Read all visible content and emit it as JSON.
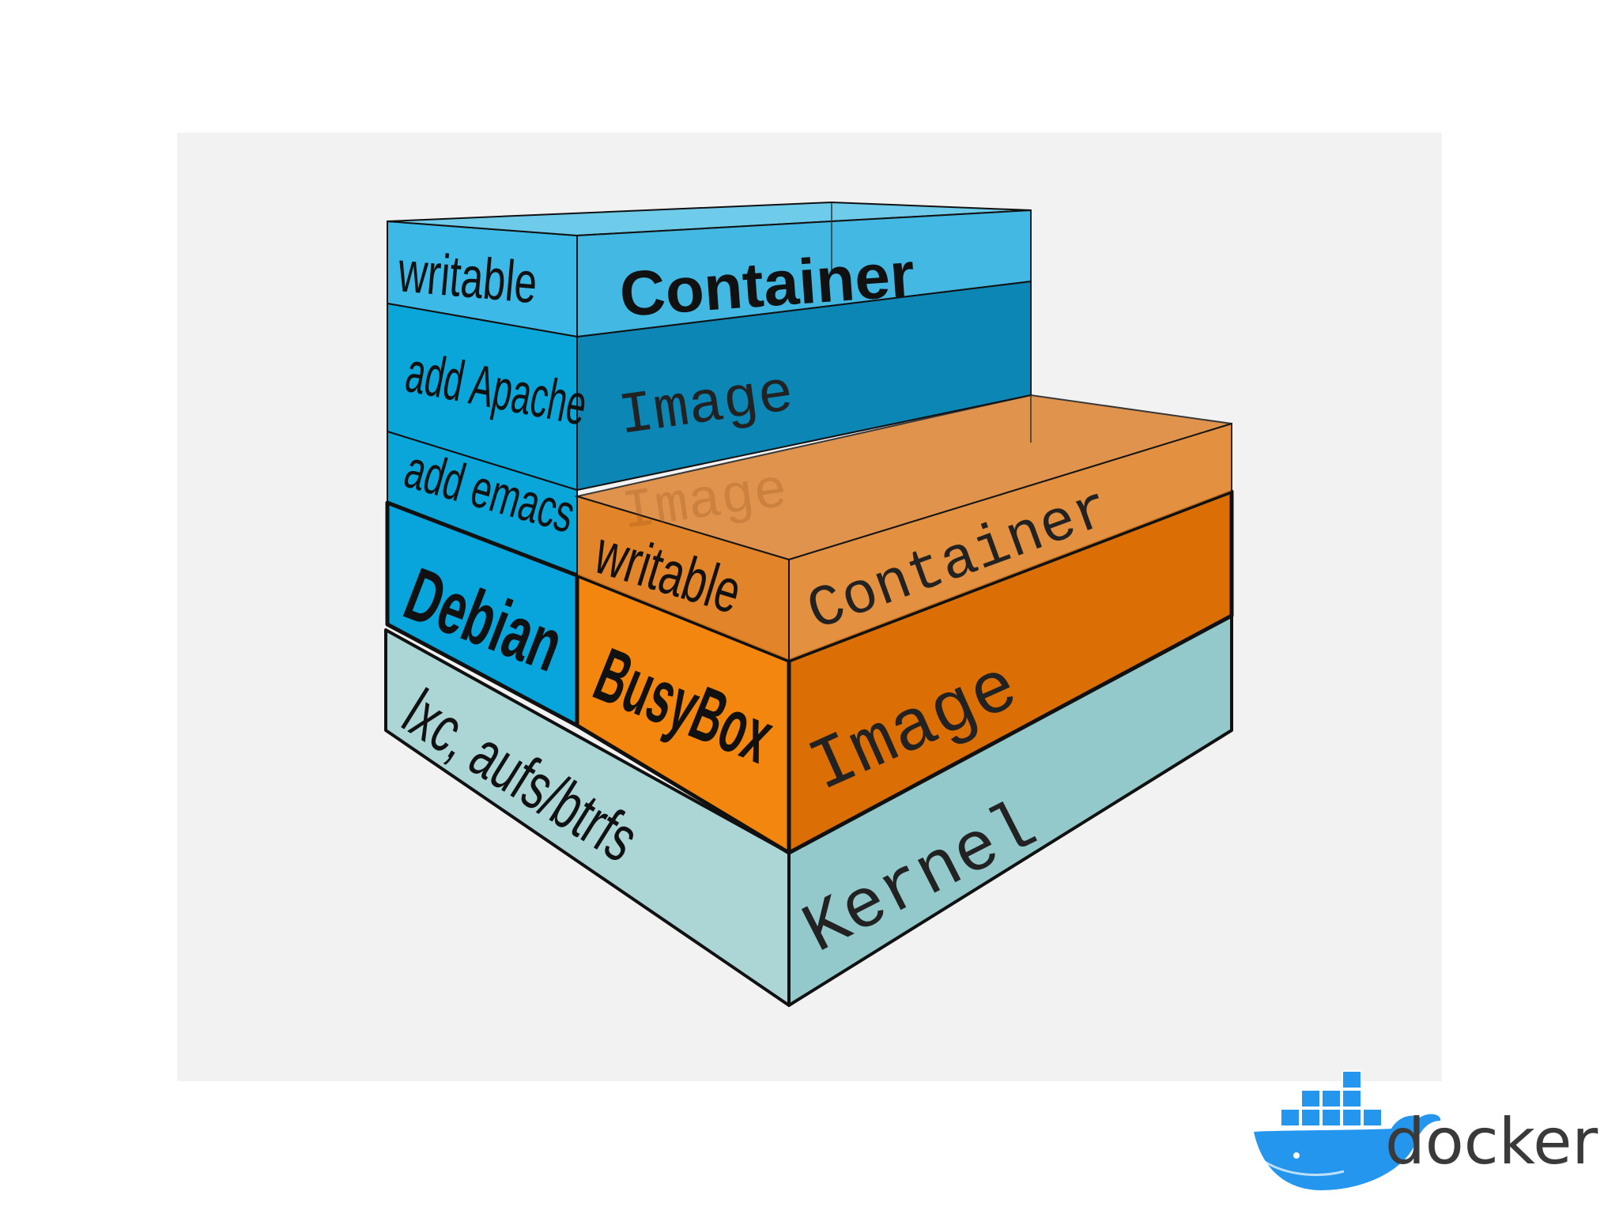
{
  "diagram": {
    "stack_left": {
      "container_side": "writable",
      "container_front": "Container",
      "apache_side": "add Apache",
      "image_front": "Image",
      "emacs_side": "add emacs",
      "debian": "Debian"
    },
    "stack_right": {
      "container_side": "writable",
      "container_front": "Container",
      "busybox": "BusyBox",
      "image_front": "Image"
    },
    "base": {
      "side": "lxc, aufs/btrfs",
      "front": "Kernel"
    }
  },
  "logo": {
    "wordmark": "docker"
  },
  "colors": {
    "background": "#ffffff",
    "panel": "#f2f2f2",
    "blue_light": "#3cb9e6",
    "blue_mid": "#0aa6d9",
    "blue_dark": "#0b86b5",
    "orange_light": "#e88a2c",
    "orange_mid": "#f2860f",
    "orange_dark": "#db6f06",
    "kernel_side": "#acd5d6",
    "kernel_front": "#94c9cb",
    "outline": "#111111",
    "logo_blue": "#2496ed",
    "logo_text": "#3a3a3a"
  }
}
